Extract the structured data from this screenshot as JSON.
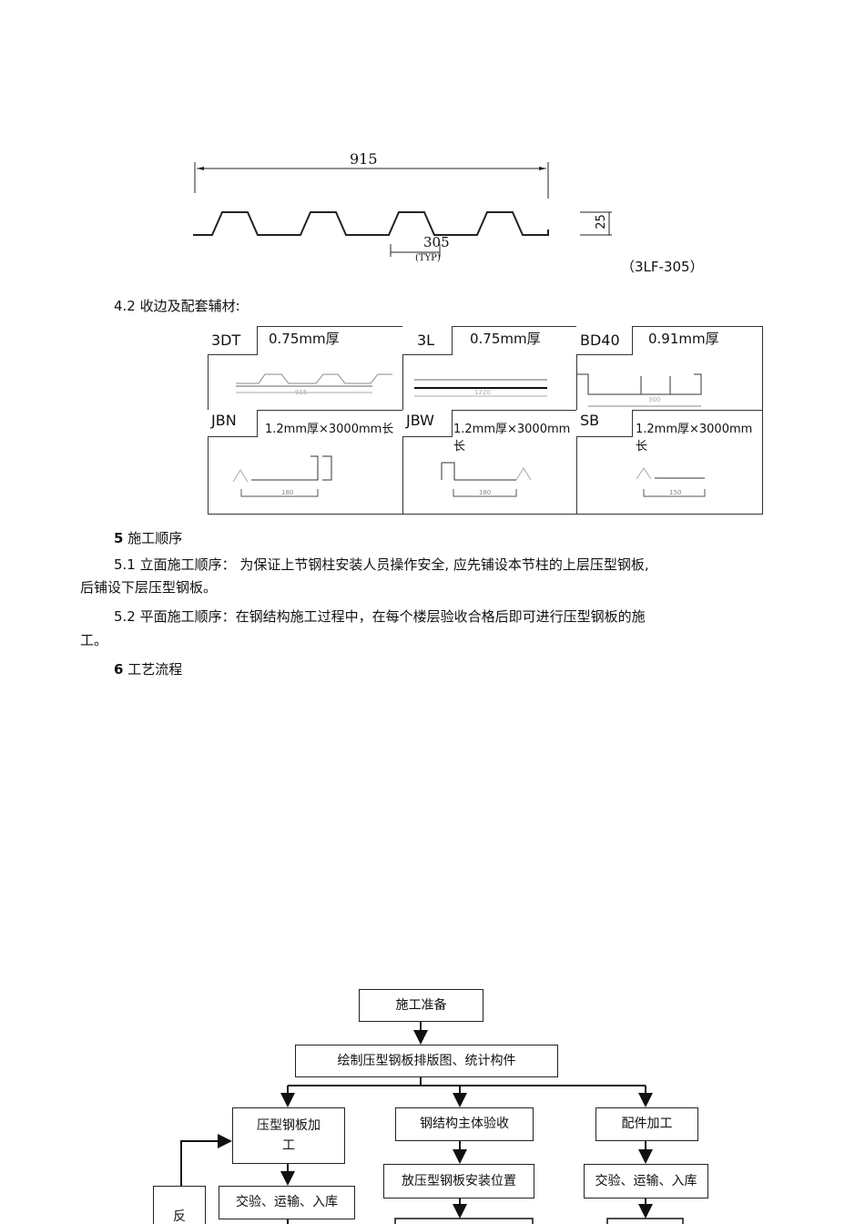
{
  "profile": {
    "width_dim": "915",
    "pitch_dim": "305",
    "pitch_note": "(TYP)",
    "height_dim": "25",
    "model": "（3LF-305）"
  },
  "section_4_2": "4.2 收边及配套辅材:",
  "accessories": [
    {
      "code": "3DT",
      "spec": "0.75mm厚",
      "dim": "915"
    },
    {
      "code": "3L",
      "spec": "0.75mm厚",
      "dim": "1220"
    },
    {
      "code": "BD40",
      "spec": "0.91mm厚",
      "dim": "300"
    },
    {
      "code": "JBN",
      "spec": "1.2mm厚×3000mm长",
      "dim": "180"
    },
    {
      "code": "JBW",
      "spec": "1.2mm厚×3000mm长",
      "dim": "180"
    },
    {
      "code": "SB",
      "spec": "1.2mm厚×3000mm长",
      "dim": "150"
    }
  ],
  "section_5": {
    "num": "5",
    "title": "施工顺序"
  },
  "p5_1": {
    "line1": "5.1 立面施工顺序：  为保证上节钢柱安装人员操作安全,          应先铺设本节柱的上层压型钢板,",
    "line2": "后铺设下层压型钢板。"
  },
  "p5_2": {
    "line1": "5.2 平面施工顺序：在钢结构施工过程中，在每个楼层验收合格后即可进行压型钢板的施",
    "line2": "工。"
  },
  "section_6": {
    "num": "6",
    "title": "工艺流程"
  },
  "flow": {
    "prep": "施工准备",
    "draw": "绘制压型钢板排版图、统计构件",
    "plate_proc_1": "压型钢板加",
    "plate_proc_2": "工",
    "steel_accept": "钢结构主体验收",
    "parts_proc": "配件加工",
    "left_deliver": "交验、运输、入库",
    "place": "放压型钢板安装位置",
    "right_deliver": "交验、运输、入库",
    "feedback": "反"
  }
}
